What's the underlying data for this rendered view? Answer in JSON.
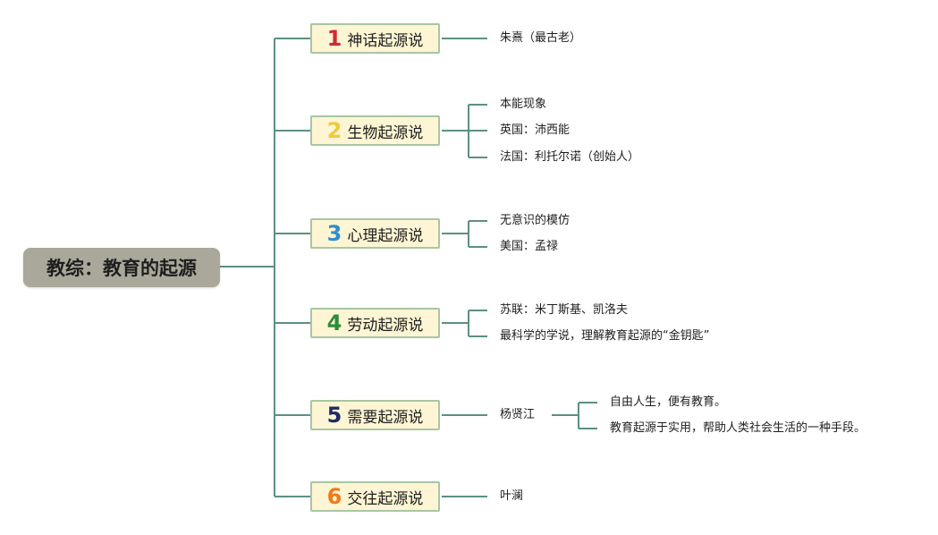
{
  "root": {
    "label": "教综：教育的起源"
  },
  "colors": {
    "line": "#5d8f84",
    "branch_fill": "#fdf5d3",
    "branch_border": "#a8c6a2",
    "root_fill": "#a9a89b",
    "num1": "#cf2a33",
    "num2": "#f1c93e",
    "num3": "#2f8ecb",
    "num4": "#2e8b3c",
    "num5": "#1f2b66",
    "num6": "#f07a1a"
  },
  "branches": [
    {
      "number": "1",
      "label": "神话起源说",
      "children": [
        {
          "label": "朱熹（最古老）"
        }
      ]
    },
    {
      "number": "2",
      "label": "生物起源说",
      "children": [
        {
          "label": "本能现象"
        },
        {
          "label": "英国：沛西能"
        },
        {
          "label": "法国：利托尔诺（创始人）"
        }
      ]
    },
    {
      "number": "3",
      "label": "心理起源说",
      "children": [
        {
          "label": "无意识的模仿"
        },
        {
          "label": "美国：孟禄"
        }
      ]
    },
    {
      "number": "4",
      "label": "劳动起源说",
      "children": [
        {
          "label": "苏联：米丁斯基、凯洛夫"
        },
        {
          "label": "最科学的学说，理解教育起源的“金钥匙”"
        }
      ]
    },
    {
      "number": "5",
      "label": "需要起源说",
      "children": [
        {
          "label": "杨贤江",
          "children": [
            {
              "label": "自由人生，便有教育。"
            },
            {
              "label": "教育起源于实用，帮助人类社会生活的一种手段。"
            }
          ]
        }
      ]
    },
    {
      "number": "6",
      "label": "交往起源说",
      "children": [
        {
          "label": "叶澜"
        }
      ]
    }
  ]
}
